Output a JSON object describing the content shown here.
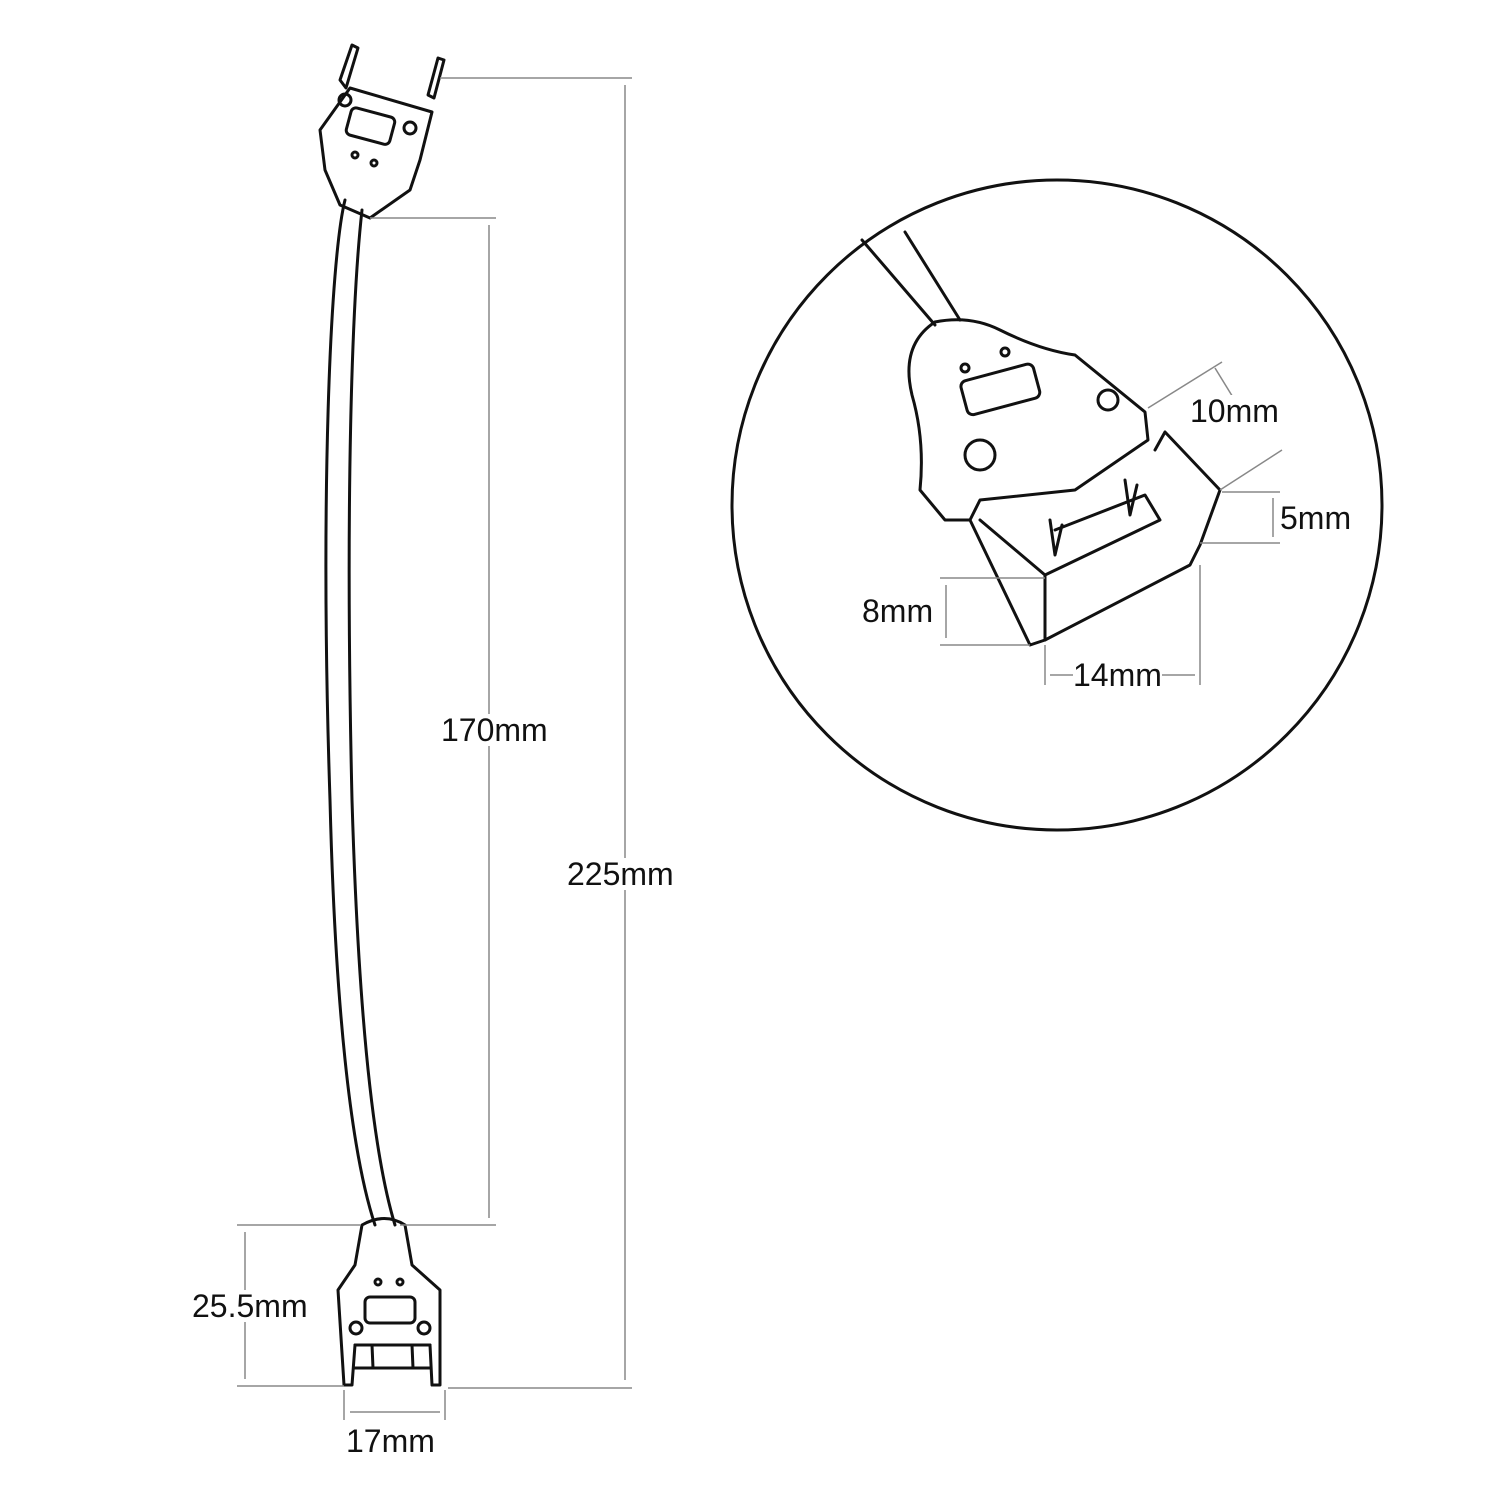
{
  "title": "LED strip connector cable dimension drawing",
  "dimensions": {
    "total_length": "225mm",
    "cable_length": "170mm",
    "connector_length": "25.5mm",
    "connector_width": "17mm",
    "detail_depth": "10mm",
    "detail_slot_height": "5mm",
    "detail_body_height": "8mm",
    "detail_slot_width": "14mm"
  },
  "colors": {
    "line": "#111111",
    "dim_line": "#888888",
    "background": "#ffffff"
  }
}
